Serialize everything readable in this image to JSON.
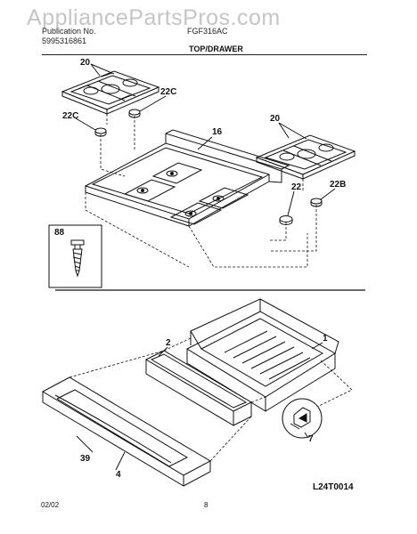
{
  "watermark": "AppliancePartsPros.com",
  "header": {
    "left_line1": "Publication No.",
    "left_line2": "5995316861",
    "model": "FGF316AC",
    "section_title": "TOP/DRAWER"
  },
  "callouts": {
    "grates_left": "20",
    "grates_right": "20",
    "foot_22c_right": "22C",
    "foot_22c_left": "22C",
    "cooktop": "16",
    "foot_22": "22",
    "foot_22b": "22B",
    "inset_88": "88",
    "drawer_1": "1",
    "panel_2": "2",
    "clip_7": "7",
    "handle_39": "39",
    "front_4": "4"
  },
  "footer": {
    "date": "02/02",
    "page": "8",
    "diagram_code": "L24T0014"
  }
}
